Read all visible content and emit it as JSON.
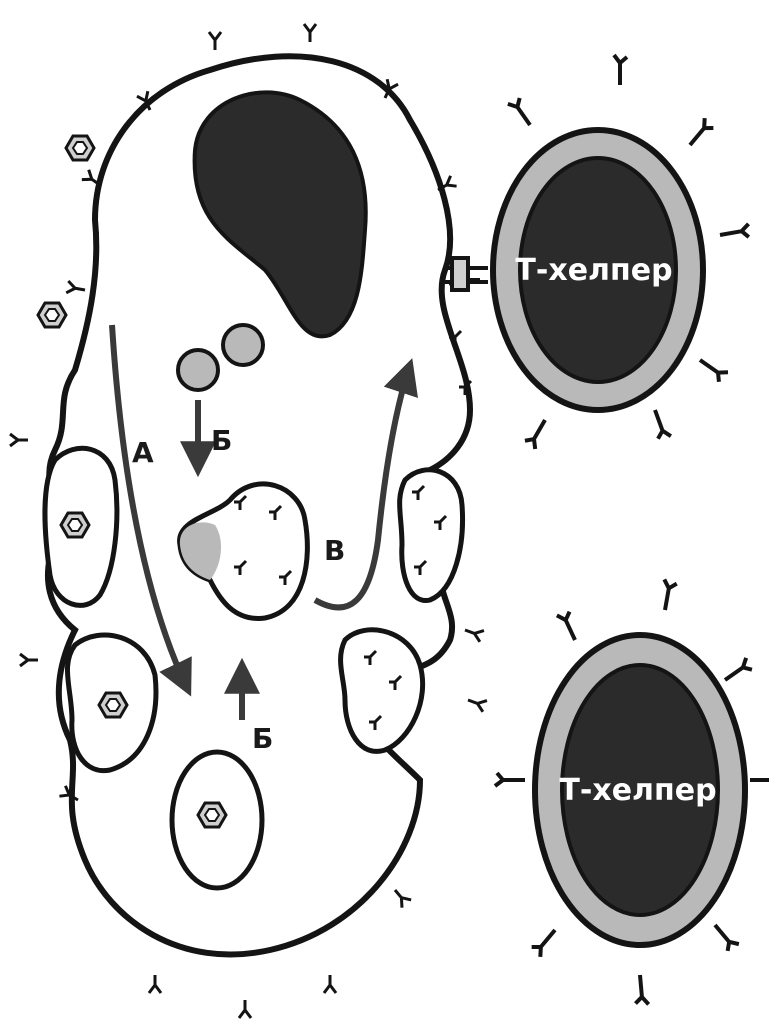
{
  "labels": {
    "path_a": "А",
    "path_b_top": "Б",
    "path_b_bottom": "Б",
    "path_v": "В"
  },
  "t_helper_top": {
    "label": "Т-хелпер"
  },
  "t_helper_bottom": {
    "label": "Т-хелпер"
  },
  "colors": {
    "outline": "#141414",
    "nucleus": "#2b2b2b",
    "t_cell_ring": "#b9b9b9",
    "t_cell_core": "#2b2b2b",
    "arrow": "#3a3a3a",
    "granule": "#b9b9b9"
  }
}
